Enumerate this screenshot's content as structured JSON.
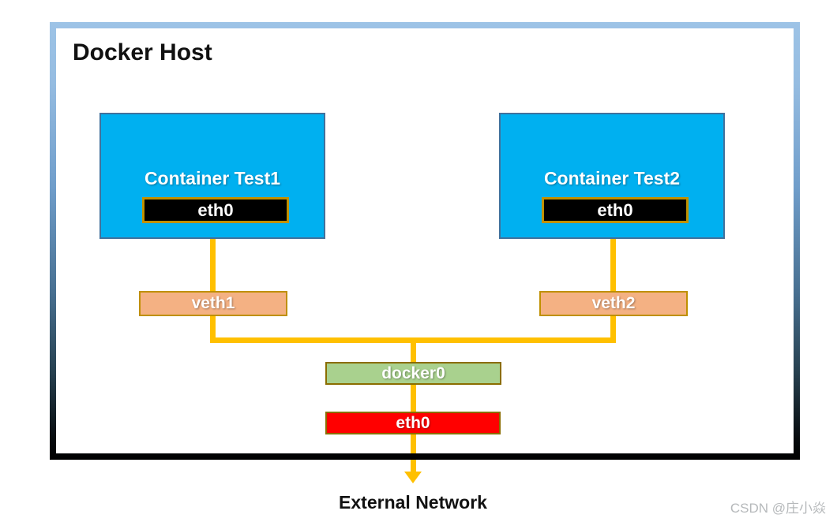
{
  "host": {
    "title": "Docker Host"
  },
  "containers": [
    {
      "label": "Container Test1",
      "interface_label": "eth0"
    },
    {
      "label": "Container Test2",
      "interface_label": "eth0"
    }
  ],
  "veth_interfaces": [
    {
      "label": "veth1"
    },
    {
      "label": "veth2"
    }
  ],
  "bridge": {
    "label": "docker0"
  },
  "host_interface": {
    "label": "eth0"
  },
  "external_network": {
    "label": "External Network"
  },
  "watermark": {
    "text": "CSDN @庄小焱"
  },
  "colors": {
    "container_fill": "#00B0F0",
    "container_border": "#41719C",
    "interface_fill": "#000000",
    "interface_border": "#BF9000",
    "veth_fill": "#F4B183",
    "veth_border": "#BF9000",
    "bridge_fill": "#A9D18E",
    "bridge_border": "#8A6D00",
    "host_interface_fill": "#FF0000",
    "host_interface_border": "#8A6D00",
    "connector_line": "#FFC000",
    "frame_border_top": "#9DC3E6",
    "frame_border_bottom": "#000000"
  }
}
